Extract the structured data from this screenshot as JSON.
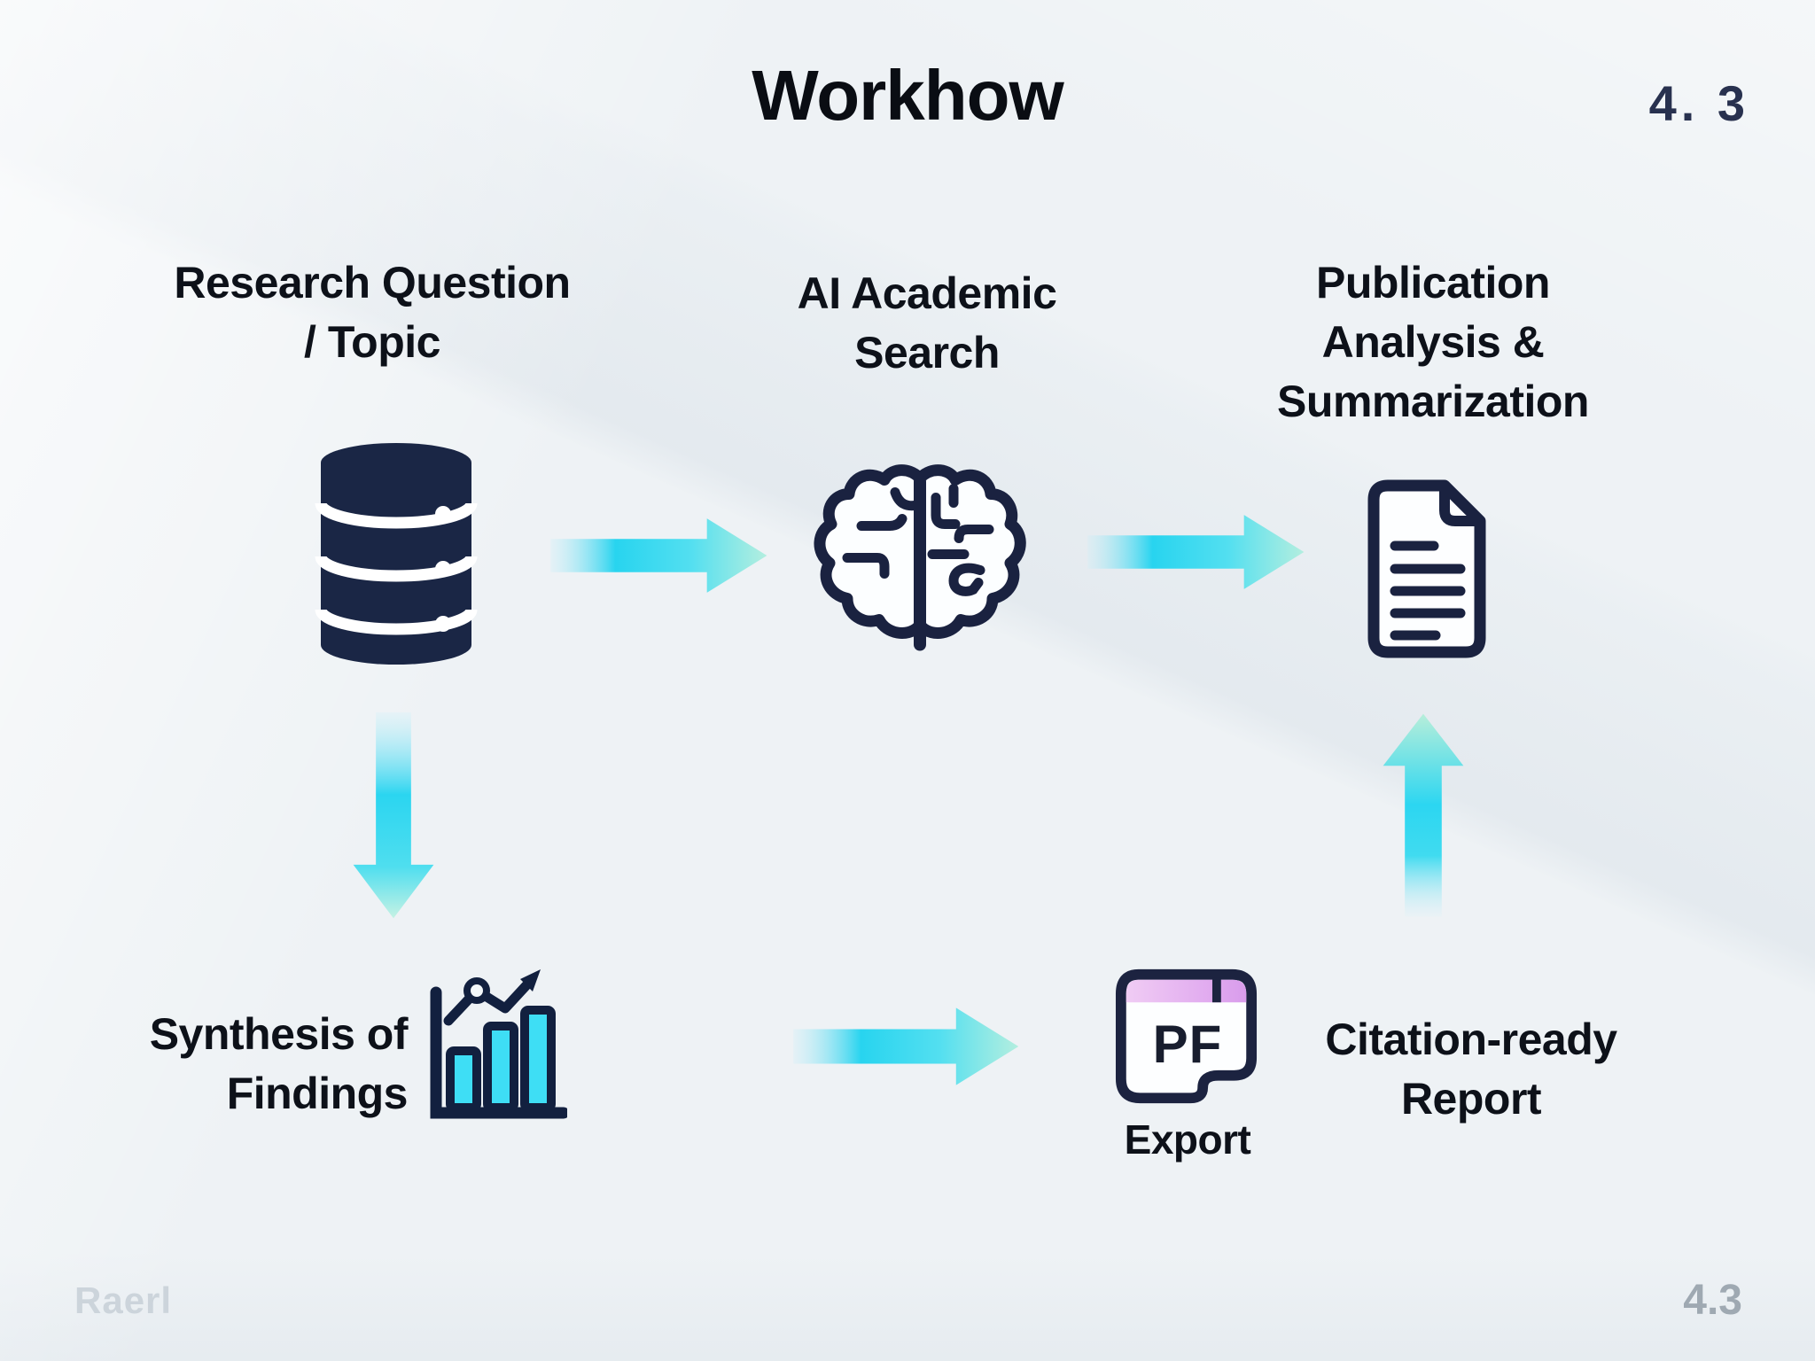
{
  "slide": {
    "title": "Workhow",
    "section_number": "4. 3",
    "footer": {
      "watermark": "Raerl",
      "page_number": "4.3"
    }
  },
  "workflow": {
    "steps": [
      {
        "id": "research-question",
        "label": "Research Question\n/ Topic",
        "icon": "database-icon"
      },
      {
        "id": "ai-academic-search",
        "label": "AI Academic\nSearch",
        "icon": "brain-icon"
      },
      {
        "id": "publication-analysis",
        "label": "Publication\nAnalysis &\nSummarization",
        "icon": "document-icon"
      },
      {
        "id": "synthesis-of-findings",
        "label": "Synthesis of\nFindings",
        "icon": "bar-chart-icon"
      },
      {
        "id": "pdf-export",
        "label": "Export",
        "badge": "PF",
        "icon": "file-export-icon"
      },
      {
        "id": "citation-ready-report",
        "label": "Citation-ready\nReport",
        "icon": null
      }
    ],
    "connectors": [
      {
        "from": "research-question",
        "to": "ai-academic-search",
        "direction": "right"
      },
      {
        "from": "ai-academic-search",
        "to": "publication-analysis",
        "direction": "right"
      },
      {
        "from": "research-question",
        "to": "synthesis-of-findings",
        "direction": "down"
      },
      {
        "from": "synthesis-of-findings",
        "to": "pdf-export",
        "direction": "right"
      },
      {
        "from": "citation-ready-report",
        "to": "publication-analysis",
        "direction": "up"
      }
    ]
  },
  "colors": {
    "background": "#eef2f5",
    "text": "#0d1119",
    "icon_navy": "#1a2240",
    "database_fill": "#1a2645",
    "arrow_cyan": "#2bd5f0",
    "arrow_tip_mint": "#b4eedb",
    "bar_fill_cyan": "#3edef5",
    "file_tab_purple": "#e3aff0",
    "watermark_gray": "#ccd4db",
    "page_number_gray": "#9fa9b2"
  }
}
